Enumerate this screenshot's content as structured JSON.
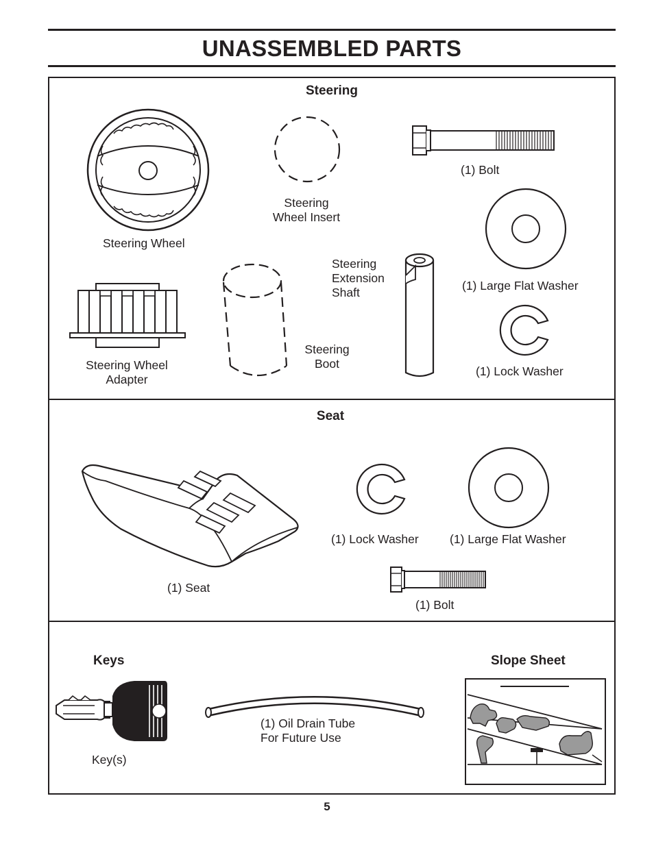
{
  "page": {
    "title": "UNASSEMBLED PARTS",
    "page_number": "5"
  },
  "steering": {
    "heading": "Steering",
    "steering_wheel": "Steering Wheel",
    "wheel_insert_line1": "Steering",
    "wheel_insert_line2": "Wheel Insert",
    "bolt": "(1) Bolt",
    "large_flat_washer": "(1) Large Flat Washer",
    "extension_shaft_line1": "Steering",
    "extension_shaft_line2": "Extension",
    "extension_shaft_line3": "Shaft",
    "lock_washer": "(1) Lock Washer",
    "adapter_line1": "Steering Wheel",
    "adapter_line2": "Adapter",
    "boot_line1": "Steering",
    "boot_line2": "Boot"
  },
  "seat": {
    "heading": "Seat",
    "seat": "(1) Seat",
    "lock_washer": "(1) Lock Washer",
    "large_flat_washer": "(1) Large Flat Washer",
    "bolt": "(1) Bolt"
  },
  "misc": {
    "keys_heading": "Keys",
    "keys_label": "Key(s)",
    "tube_line1": "(1) Oil Drain Tube",
    "tube_line2": "For Future Use",
    "slope_heading": "Slope Sheet"
  },
  "icons": [
    "steering-wheel-icon",
    "steering-wheel-insert-icon",
    "bolt-icon",
    "large-flat-washer-icon",
    "steering-extension-shaft-icon",
    "lock-washer-icon",
    "steering-wheel-adapter-icon",
    "steering-boot-icon",
    "seat-icon",
    "key-icon",
    "oil-drain-tube-icon",
    "slope-sheet-icon"
  ]
}
